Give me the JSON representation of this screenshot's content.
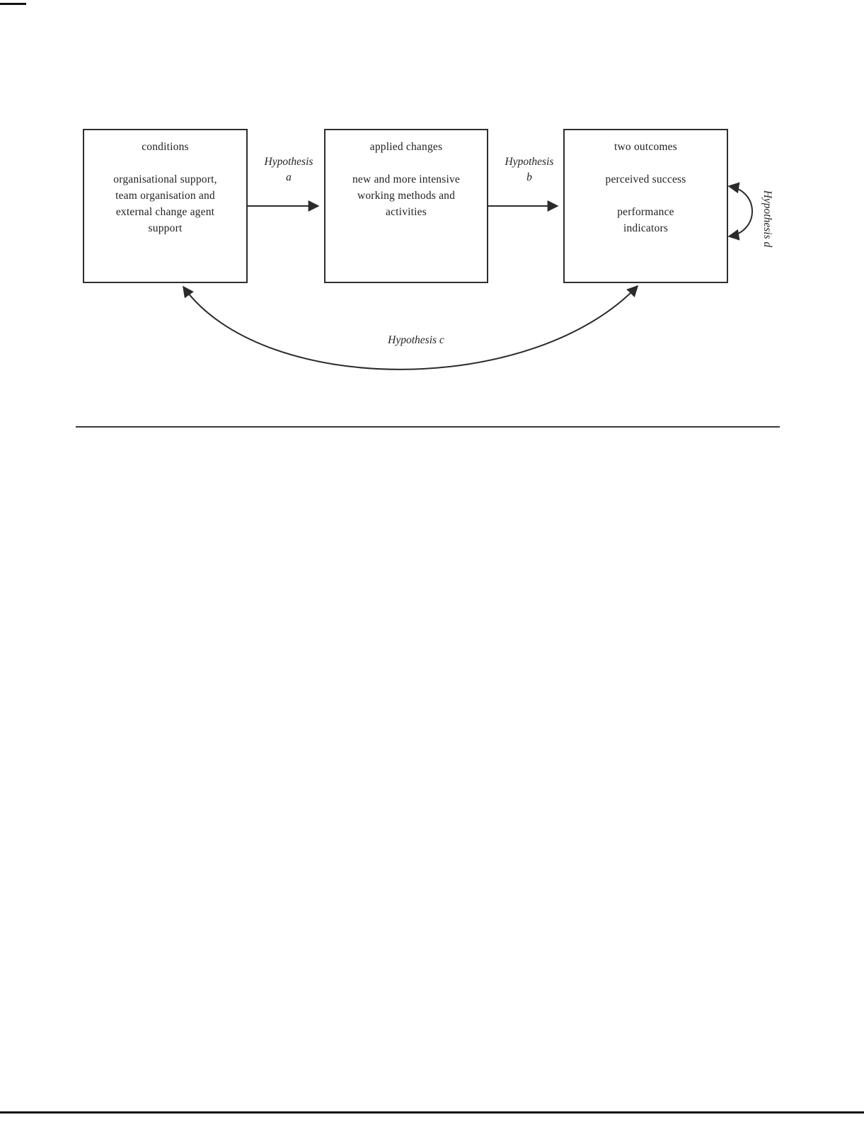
{
  "diagram": {
    "boxes": {
      "conditions": {
        "title": "conditions",
        "body": "organisational support,\nteam organisation and\nexternal change agent\nsupport"
      },
      "applied_changes": {
        "title": "applied changes",
        "body": "new and more intensive\nworking methods and\nactivities"
      },
      "outcomes": {
        "title": "two outcomes",
        "item1": "perceived success",
        "item2": "performance\nindicators"
      }
    },
    "labels": {
      "hypothesis_a_line1": "Hypothesis",
      "hypothesis_a_line2": "a",
      "hypothesis_b_line1": "Hypothesis",
      "hypothesis_b_line2": "b",
      "hypothesis_c": "Hypothesis c",
      "hypothesis_d": "Hypothesis d"
    },
    "colors": {
      "ink": "#1f1f1f",
      "line": "#2b2b2b",
      "background": "#ffffff"
    }
  }
}
